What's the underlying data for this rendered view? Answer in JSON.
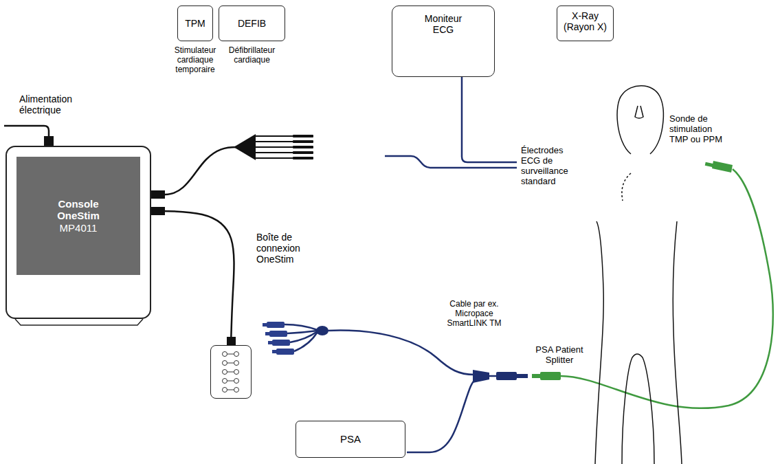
{
  "diagram": {
    "nodes": [
      {
        "text": [
          "TPM",
          "Stimulateur cardiaque temporaire"
        ]
      },
      {
        "text": [
          "DEFIB",
          "Défibrillateur cardiaque"
        ]
      },
      {
        "text": [
          "Moniteur ECG"
        ]
      },
      {
        "text": [
          "X-Ray (Rayon X)"
        ]
      },
      {
        "text": [
          "Console OneStim",
          "MP4011"
        ]
      },
      {
        "text": [
          "Boîte de connexion OneStim"
        ]
      },
      {
        "text": [
          "PSA"
        ]
      }
    ],
    "edges": [
      {
        "from": 4,
        "to": 5,
        "arrow": "none"
      }
    ],
    "labels": [
      "Alimentation électrique",
      "Électrodes ECG de surveillance standard",
      "Sonde de stimulation TMP ou PPM",
      "Cable par ex. Micropace SmartLINK TM",
      "PSA Patient Splitter"
    ]
  }
}
